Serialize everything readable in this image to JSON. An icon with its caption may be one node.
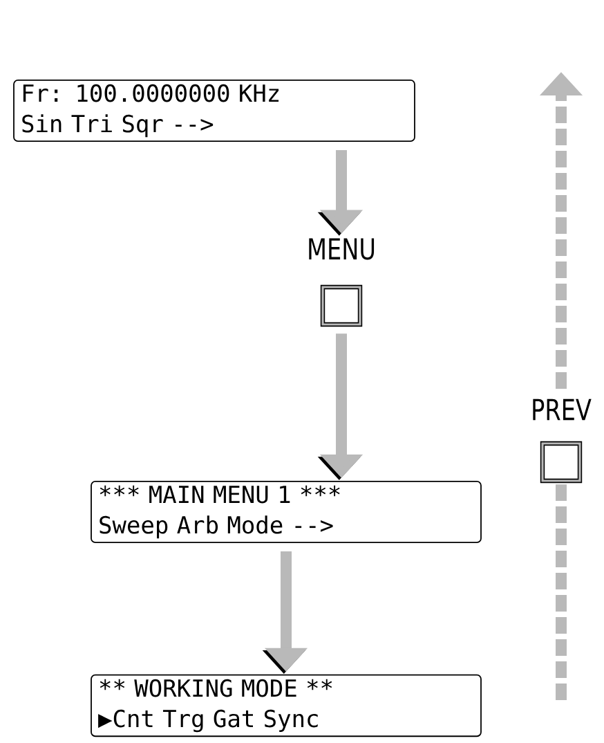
{
  "diagram": {
    "nodes": [
      {
        "text": [
          "Fr: 100.0000000 KHz",
          "Sin Tri Sqr -->"
        ]
      },
      {
        "text": [
          "MENU"
        ]
      },
      {
        "text": [
          "*** MAIN MENU 1 ***",
          "Sweep Arb Mode -->"
        ]
      },
      {
        "text": [
          "** WORKING MODE **",
          "▶Cnt Trg Gat Sync"
        ]
      },
      {
        "text": [
          "PREV"
        ]
      }
    ],
    "edges": [
      {
        "from": 0,
        "to": 1,
        "arrow": "to"
      },
      {
        "from": 1,
        "to": 2,
        "arrow": "to"
      },
      {
        "from": 2,
        "to": 3,
        "arrow": "to"
      },
      {
        "from": null,
        "to": 4,
        "arrow": "none",
        "style": "dashed"
      },
      {
        "from": 4,
        "to": null,
        "arrow": "to",
        "style": "dashed"
      }
    ]
  }
}
